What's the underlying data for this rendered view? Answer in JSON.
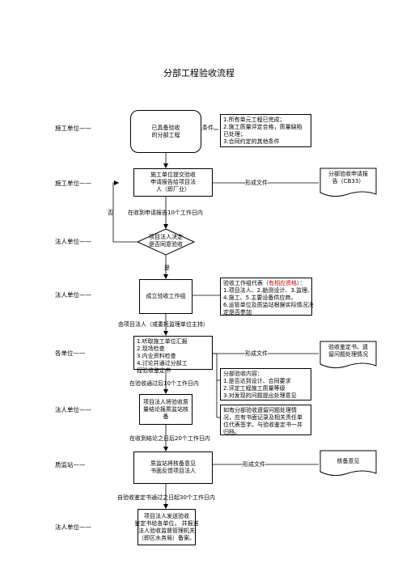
{
  "title": "分部工程验收流程",
  "roles": [
    "施工单位——",
    "施工单位——",
    "法人单位——",
    "法人单位——",
    "各单位——",
    "法人单位——",
    "质监站——",
    "法人单位——"
  ],
  "steps": {
    "ready": [
      "已具备验收",
      "的分部工程"
    ],
    "submit": [
      "施工单位提交验收",
      "申请报告给项目法",
      "人（即厂业）"
    ],
    "decision": [
      "项目法人决定",
      "是否同意验收"
    ],
    "team": "成立验收工作组",
    "report": [
      "项目法人将验收质",
      "量结论报质监站核",
      "备"
    ],
    "station": [
      "质监站将核备意见",
      "书面反馈项目法人"
    ],
    "filing": [
      "项目法人发送验收",
      "鉴定书给各单位， 并报送",
      "法人验收监督管理机关",
      "（即区水务局）备案。"
    ]
  },
  "conditions": [
    "1.所有单元工程已完成；",
    "2.施工质量评定合格，质量缺陷",
    "已处理；",
    "3.合同约定的其他条件"
  ],
  "edges": {
    "conditions": "条件",
    "form_doc": "形成文件",
    "no": "否",
    "within_10_days": "在收到申请报告10个工作日内",
    "yes": "是",
    "host": "由项目法人（或委托监理单位主持）",
    "within_5_days": "在验收通过后10个工作日内",
    "within_20_days": "在收到结论之日后20个工作日内",
    "within_30_days": "自验收鉴定书通过之日起30个工作日内"
  },
  "documents": {
    "report": [
      "分部验收申请报",
      "告（CB33）"
    ],
    "ruling": [
      "验收鉴定书、遗",
      "留问题处理情况"
    ],
    "opinion": "核备意见"
  },
  "team_notes": {
    "line0_prefix": "验收工作组代表（",
    "line0_red": "有相应资格",
    "line0_suffix": "）：",
    "lines": [
      "1.项目法人、2.勘测设计、3.监理、",
      "4.施工、5.主要设备供应商，",
      "6.运管单位及质监站根据实际情况决",
      "定是否参加"
    ]
  },
  "activities": [
    "1.听取施工单位汇报",
    "2.现场检查",
    "3.内业资料检查",
    "4.讨论并通过分部工",
    "程验收鉴定书"
  ],
  "content": [
    "分部验收内容：",
    "1.是否达到设计、合同要求",
    "2.评定工程施工质量等级",
    "3.对发现的问题提出处理意见"
  ],
  "disagreement": [
    "如有分部验收遗留问题处理情",
    "况，应有书面记录及相关责任单",
    "位代表签字。与验收鉴定书一并",
    "归档。"
  ]
}
